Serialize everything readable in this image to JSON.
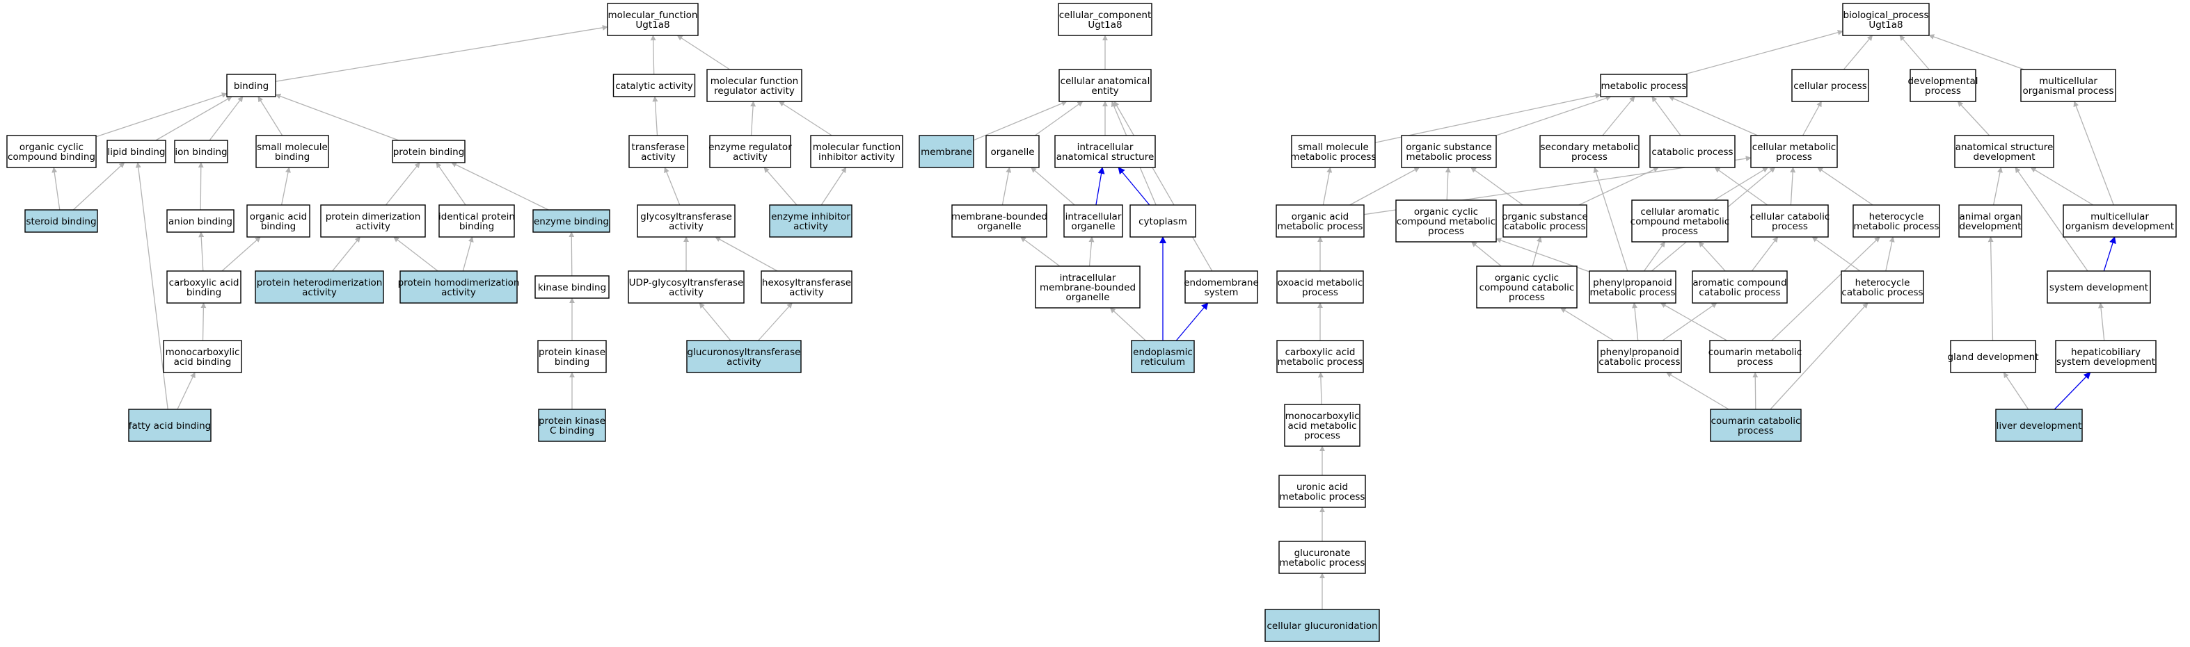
{
  "colors": {
    "node_fill": "#ffffff",
    "highlight_fill": "#add8e6",
    "edge_gray": "#b3b3b3",
    "edge_blue": "#0000ee"
  },
  "nodes": [
    {
      "id": "mf",
      "lines": [
        "molecular_function",
        "Ugt1a8"
      ],
      "hl": false
    },
    {
      "id": "binding",
      "lines": [
        "binding"
      ],
      "hl": false
    },
    {
      "id": "catalytic",
      "lines": [
        "catalytic activity"
      ],
      "hl": false
    },
    {
      "id": "mfreg",
      "lines": [
        "molecular function",
        "regulator activity"
      ],
      "hl": false
    },
    {
      "id": "orgcyc",
      "lines": [
        "organic cyclic",
        "compound binding"
      ],
      "hl": false
    },
    {
      "id": "lipid",
      "lines": [
        "lipid binding"
      ],
      "hl": false
    },
    {
      "id": "ion",
      "lines": [
        "ion binding"
      ],
      "hl": false
    },
    {
      "id": "smallmol",
      "lines": [
        "small molecule",
        "binding"
      ],
      "hl": false
    },
    {
      "id": "protbind",
      "lines": [
        "protein binding"
      ],
      "hl": false
    },
    {
      "id": "transferase",
      "lines": [
        "transferase",
        "activity"
      ],
      "hl": false
    },
    {
      "id": "enzreg",
      "lines": [
        "enzyme regulator",
        "activity"
      ],
      "hl": false
    },
    {
      "id": "mfinhib",
      "lines": [
        "molecular function",
        "inhibitor activity"
      ],
      "hl": false
    },
    {
      "id": "steroid",
      "lines": [
        "steroid binding"
      ],
      "hl": true
    },
    {
      "id": "anion",
      "lines": [
        "anion binding"
      ],
      "hl": false
    },
    {
      "id": "orgacid",
      "lines": [
        "organic acid",
        "binding"
      ],
      "hl": false
    },
    {
      "id": "protdim",
      "lines": [
        "protein dimerization",
        "activity"
      ],
      "hl": false
    },
    {
      "id": "identprot",
      "lines": [
        "identical protein",
        "binding"
      ],
      "hl": false
    },
    {
      "id": "enzbind",
      "lines": [
        "enzyme binding"
      ],
      "hl": true
    },
    {
      "id": "glycosyl",
      "lines": [
        "glycosyltransferase",
        "activity"
      ],
      "hl": false
    },
    {
      "id": "enzinhib",
      "lines": [
        "enzyme inhibitor",
        "activity"
      ],
      "hl": true
    },
    {
      "id": "carbacidbind",
      "lines": [
        "carboxylic acid",
        "binding"
      ],
      "hl": false
    },
    {
      "id": "protheter",
      "lines": [
        "protein heterodimerization",
        "activity"
      ],
      "hl": true
    },
    {
      "id": "prothomo",
      "lines": [
        "protein homodimerization",
        "activity"
      ],
      "hl": true
    },
    {
      "id": "kinase",
      "lines": [
        "kinase binding"
      ],
      "hl": false
    },
    {
      "id": "udpglyc",
      "lines": [
        "UDP-glycosyltransferase",
        "activity"
      ],
      "hl": false
    },
    {
      "id": "hexosyl",
      "lines": [
        "hexosyltransferase",
        "activity"
      ],
      "hl": false
    },
    {
      "id": "monocarbbind",
      "lines": [
        "monocarboxylic",
        "acid binding"
      ],
      "hl": false
    },
    {
      "id": "protkin",
      "lines": [
        "protein kinase",
        "binding"
      ],
      "hl": false
    },
    {
      "id": "glucuronosyl",
      "lines": [
        "glucuronosyltransferase",
        "activity"
      ],
      "hl": true
    },
    {
      "id": "fatty",
      "lines": [
        "fatty acid binding"
      ],
      "hl": true
    },
    {
      "id": "pkc",
      "lines": [
        "protein kinase",
        "C binding"
      ],
      "hl": true
    },
    {
      "id": "cc",
      "lines": [
        "cellular_component",
        "Ugt1a8"
      ],
      "hl": false
    },
    {
      "id": "cae",
      "lines": [
        "cellular anatomical",
        "entity"
      ],
      "hl": false
    },
    {
      "id": "membrane",
      "lines": [
        "membrane"
      ],
      "hl": true
    },
    {
      "id": "organelle",
      "lines": [
        "organelle"
      ],
      "hl": false
    },
    {
      "id": "intraanat",
      "lines": [
        "intracellular",
        "anatomical structure"
      ],
      "hl": false
    },
    {
      "id": "membbound",
      "lines": [
        "membrane-bounded",
        "organelle"
      ],
      "hl": false
    },
    {
      "id": "intraorg",
      "lines": [
        "intracellular",
        "organelle"
      ],
      "hl": false
    },
    {
      "id": "cytoplasm",
      "lines": [
        "cytoplasm"
      ],
      "hl": false
    },
    {
      "id": "intramemb",
      "lines": [
        "intracellular",
        "membrane-bounded",
        "organelle"
      ],
      "hl": false
    },
    {
      "id": "endomemb",
      "lines": [
        "endomembrane",
        "system"
      ],
      "hl": false
    },
    {
      "id": "er",
      "lines": [
        "endoplasmic",
        "reticulum"
      ],
      "hl": true
    },
    {
      "id": "bp",
      "lines": [
        "biological_process",
        "Ugt1a8"
      ],
      "hl": false
    },
    {
      "id": "metab",
      "lines": [
        "metabolic process"
      ],
      "hl": false
    },
    {
      "id": "cellproc",
      "lines": [
        "cellular process"
      ],
      "hl": false
    },
    {
      "id": "devproc",
      "lines": [
        "developmental",
        "process"
      ],
      "hl": false
    },
    {
      "id": "multiorg",
      "lines": [
        "multicellular",
        "organismal process"
      ],
      "hl": false
    },
    {
      "id": "smallmolmet",
      "lines": [
        "small molecule",
        "metabolic process"
      ],
      "hl": false
    },
    {
      "id": "orgsubmet",
      "lines": [
        "organic substance",
        "metabolic process"
      ],
      "hl": false
    },
    {
      "id": "secmet",
      "lines": [
        "secondary metabolic",
        "process"
      ],
      "hl": false
    },
    {
      "id": "catab",
      "lines": [
        "catabolic process"
      ],
      "hl": false
    },
    {
      "id": "cellmet",
      "lines": [
        "cellular metabolic",
        "process"
      ],
      "hl": false
    },
    {
      "id": "anatdev",
      "lines": [
        "anatomical structure",
        "development"
      ],
      "hl": false
    },
    {
      "id": "orgacidmet",
      "lines": [
        "organic acid",
        "metabolic process"
      ],
      "hl": false
    },
    {
      "id": "orgcycmet",
      "lines": [
        "organic cyclic",
        "compound metabolic",
        "process"
      ],
      "hl": false
    },
    {
      "id": "orgsubcat",
      "lines": [
        "organic substance",
        "catabolic process"
      ],
      "hl": false
    },
    {
      "id": "cellarommet",
      "lines": [
        "cellular aromatic",
        "compound metabolic",
        "process"
      ],
      "hl": false
    },
    {
      "id": "cellcat",
      "lines": [
        "cellular catabolic",
        "process"
      ],
      "hl": false
    },
    {
      "id": "hetmet",
      "lines": [
        "heterocycle",
        "metabolic process"
      ],
      "hl": false
    },
    {
      "id": "animorgdev",
      "lines": [
        "animal organ",
        "development"
      ],
      "hl": false
    },
    {
      "id": "multidev",
      "lines": [
        "multicellular",
        "organism development"
      ],
      "hl": false
    },
    {
      "id": "oxoacid",
      "lines": [
        "oxoacid metabolic",
        "process"
      ],
      "hl": false
    },
    {
      "id": "orgcyccat",
      "lines": [
        "organic cyclic",
        "compound catabolic",
        "process"
      ],
      "hl": false
    },
    {
      "id": "phenylmet",
      "lines": [
        "phenylpropanoid",
        "metabolic process"
      ],
      "hl": false
    },
    {
      "id": "aromcat",
      "lines": [
        "aromatic compound",
        "catabolic process"
      ],
      "hl": false
    },
    {
      "id": "hetcat",
      "lines": [
        "heterocycle",
        "catabolic process"
      ],
      "hl": false
    },
    {
      "id": "sysdev",
      "lines": [
        "system development"
      ],
      "hl": false
    },
    {
      "id": "carbacidmet",
      "lines": [
        "carboxylic acid",
        "metabolic process"
      ],
      "hl": false
    },
    {
      "id": "phenylcat",
      "lines": [
        "phenylpropanoid",
        "catabolic process"
      ],
      "hl": false
    },
    {
      "id": "coumet",
      "lines": [
        "coumarin metabolic",
        "process"
      ],
      "hl": false
    },
    {
      "id": "glanddev",
      "lines": [
        "gland development"
      ],
      "hl": false
    },
    {
      "id": "hepdev",
      "lines": [
        "hepaticobiliary",
        "system development"
      ],
      "hl": false
    },
    {
      "id": "monocarbmet",
      "lines": [
        "monocarboxylic",
        "acid metabolic",
        "process"
      ],
      "hl": false
    },
    {
      "id": "coucat",
      "lines": [
        "coumarin catabolic",
        "process"
      ],
      "hl": true
    },
    {
      "id": "liverdev",
      "lines": [
        "liver development"
      ],
      "hl": true
    },
    {
      "id": "uronic",
      "lines": [
        "uronic acid",
        "metabolic process"
      ],
      "hl": false
    },
    {
      "id": "glucuronate",
      "lines": [
        "glucuronate",
        "metabolic process"
      ],
      "hl": false
    },
    {
      "id": "cellglucur",
      "lines": [
        "cellular glucuronidation"
      ],
      "hl": true
    }
  ],
  "edges": [
    {
      "from": "binding",
      "to": "mf"
    },
    {
      "from": "catalytic",
      "to": "mf"
    },
    {
      "from": "mfreg",
      "to": "mf"
    },
    {
      "from": "orgcyc",
      "to": "binding"
    },
    {
      "from": "lipid",
      "to": "binding"
    },
    {
      "from": "ion",
      "to": "binding"
    },
    {
      "from": "smallmol",
      "to": "binding"
    },
    {
      "from": "protbind",
      "to": "binding"
    },
    {
      "from": "transferase",
      "to": "catalytic"
    },
    {
      "from": "enzreg",
      "to": "mfreg"
    },
    {
      "from": "mfinhib",
      "to": "mfreg"
    },
    {
      "from": "steroid",
      "to": "orgcyc"
    },
    {
      "from": "steroid",
      "to": "lipid"
    },
    {
      "from": "anion",
      "to": "ion"
    },
    {
      "from": "orgacid",
      "to": "smallmol"
    },
    {
      "from": "protdim",
      "to": "protbind"
    },
    {
      "from": "identprot",
      "to": "protbind"
    },
    {
      "from": "enzbind",
      "to": "protbind"
    },
    {
      "from": "glycosyl",
      "to": "transferase"
    },
    {
      "from": "enzinhib",
      "to": "enzreg"
    },
    {
      "from": "enzinhib",
      "to": "mfinhib"
    },
    {
      "from": "carbacidbind",
      "to": "anion"
    },
    {
      "from": "carbacidbind",
      "to": "orgacid"
    },
    {
      "from": "protheter",
      "to": "protdim"
    },
    {
      "from": "prothomo",
      "to": "protdim"
    },
    {
      "from": "prothomo",
      "to": "identprot"
    },
    {
      "from": "kinase",
      "to": "enzbind"
    },
    {
      "from": "udpglyc",
      "to": "glycosyl"
    },
    {
      "from": "hexosyl",
      "to": "glycosyl"
    },
    {
      "from": "monocarbbind",
      "to": "carbacidbind"
    },
    {
      "from": "protkin",
      "to": "kinase"
    },
    {
      "from": "glucuronosyl",
      "to": "udpglyc"
    },
    {
      "from": "glucuronosyl",
      "to": "hexosyl"
    },
    {
      "from": "fatty",
      "to": "monocarbbind"
    },
    {
      "from": "fatty",
      "to": "lipid"
    },
    {
      "from": "pkc",
      "to": "protkin"
    },
    {
      "from": "cae",
      "to": "cc"
    },
    {
      "from": "membrane",
      "to": "cae"
    },
    {
      "from": "organelle",
      "to": "cae"
    },
    {
      "from": "intraanat",
      "to": "cae"
    },
    {
      "from": "membbound",
      "to": "organelle"
    },
    {
      "from": "intraorg",
      "to": "organelle"
    },
    {
      "from": "intraorg",
      "to": "intraanat",
      "blue": true
    },
    {
      "from": "cytoplasm",
      "to": "intraanat",
      "blue": true
    },
    {
      "from": "cytoplasm",
      "to": "cae"
    },
    {
      "from": "intramemb",
      "to": "membbound"
    },
    {
      "from": "intramemb",
      "to": "intraorg"
    },
    {
      "from": "endomemb",
      "to": "cae"
    },
    {
      "from": "er",
      "to": "intramemb"
    },
    {
      "from": "er",
      "to": "cytoplasm",
      "blue": true
    },
    {
      "from": "er",
      "to": "endomemb",
      "blue": true
    },
    {
      "from": "metab",
      "to": "bp"
    },
    {
      "from": "cellproc",
      "to": "bp"
    },
    {
      "from": "devproc",
      "to": "bp"
    },
    {
      "from": "multiorg",
      "to": "bp"
    },
    {
      "from": "smallmolmet",
      "to": "metab"
    },
    {
      "from": "orgsubmet",
      "to": "metab"
    },
    {
      "from": "secmet",
      "to": "metab"
    },
    {
      "from": "catab",
      "to": "metab"
    },
    {
      "from": "cellmet",
      "to": "metab"
    },
    {
      "from": "cellmet",
      "to": "cellproc"
    },
    {
      "from": "anatdev",
      "to": "devproc"
    },
    {
      "from": "orgacidmet",
      "to": "smallmolmet"
    },
    {
      "from": "orgacidmet",
      "to": "orgsubmet"
    },
    {
      "from": "orgacidmet",
      "to": "cellmet"
    },
    {
      "from": "orgcycmet",
      "to": "orgsubmet"
    },
    {
      "from": "orgsubcat",
      "to": "orgsubmet"
    },
    {
      "from": "orgsubcat",
      "to": "catab"
    },
    {
      "from": "cellarommet",
      "to": "cellmet"
    },
    {
      "from": "cellcat",
      "to": "cellmet"
    },
    {
      "from": "cellcat",
      "to": "catab"
    },
    {
      "from": "hetmet",
      "to": "cellmet"
    },
    {
      "from": "animorgdev",
      "to": "anatdev"
    },
    {
      "from": "multidev",
      "to": "anatdev"
    },
    {
      "from": "multidev",
      "to": "multiorg"
    },
    {
      "from": "oxoacid",
      "to": "orgacidmet"
    },
    {
      "from": "orgcyccat",
      "to": "orgcycmet"
    },
    {
      "from": "orgcyccat",
      "to": "orgsubcat"
    },
    {
      "from": "phenylmet",
      "to": "orgcycmet"
    },
    {
      "from": "phenylmet",
      "to": "secmet"
    },
    {
      "from": "phenylmet",
      "to": "cellarommet"
    },
    {
      "from": "phenylmet",
      "to": "cellmet"
    },
    {
      "from": "aromcat",
      "to": "cellarommet"
    },
    {
      "from": "aromcat",
      "to": "cellcat"
    },
    {
      "from": "hetcat",
      "to": "hetmet"
    },
    {
      "from": "hetcat",
      "to": "cellcat"
    },
    {
      "from": "sysdev",
      "to": "multidev",
      "blue": true
    },
    {
      "from": "sysdev",
      "to": "anatdev"
    },
    {
      "from": "carbacidmet",
      "to": "oxoacid"
    },
    {
      "from": "phenylcat",
      "to": "phenylmet"
    },
    {
      "from": "phenylcat",
      "to": "orgcyccat"
    },
    {
      "from": "phenylcat",
      "to": "aromcat"
    },
    {
      "from": "coumet",
      "to": "phenylmet"
    },
    {
      "from": "coumet",
      "to": "hetmet"
    },
    {
      "from": "glanddev",
      "to": "animorgdev"
    },
    {
      "from": "hepdev",
      "to": "sysdev"
    },
    {
      "from": "monocarbmet",
      "to": "carbacidmet"
    },
    {
      "from": "coucat",
      "to": "phenylcat"
    },
    {
      "from": "coucat",
      "to": "coumet"
    },
    {
      "from": "coucat",
      "to": "hetcat"
    },
    {
      "from": "liverdev",
      "to": "glanddev"
    },
    {
      "from": "liverdev",
      "to": "hepdev",
      "blue": true
    },
    {
      "from": "uronic",
      "to": "monocarbmet"
    },
    {
      "from": "glucuronate",
      "to": "uronic"
    },
    {
      "from": "cellglucur",
      "to": "glucuronate"
    }
  ]
}
